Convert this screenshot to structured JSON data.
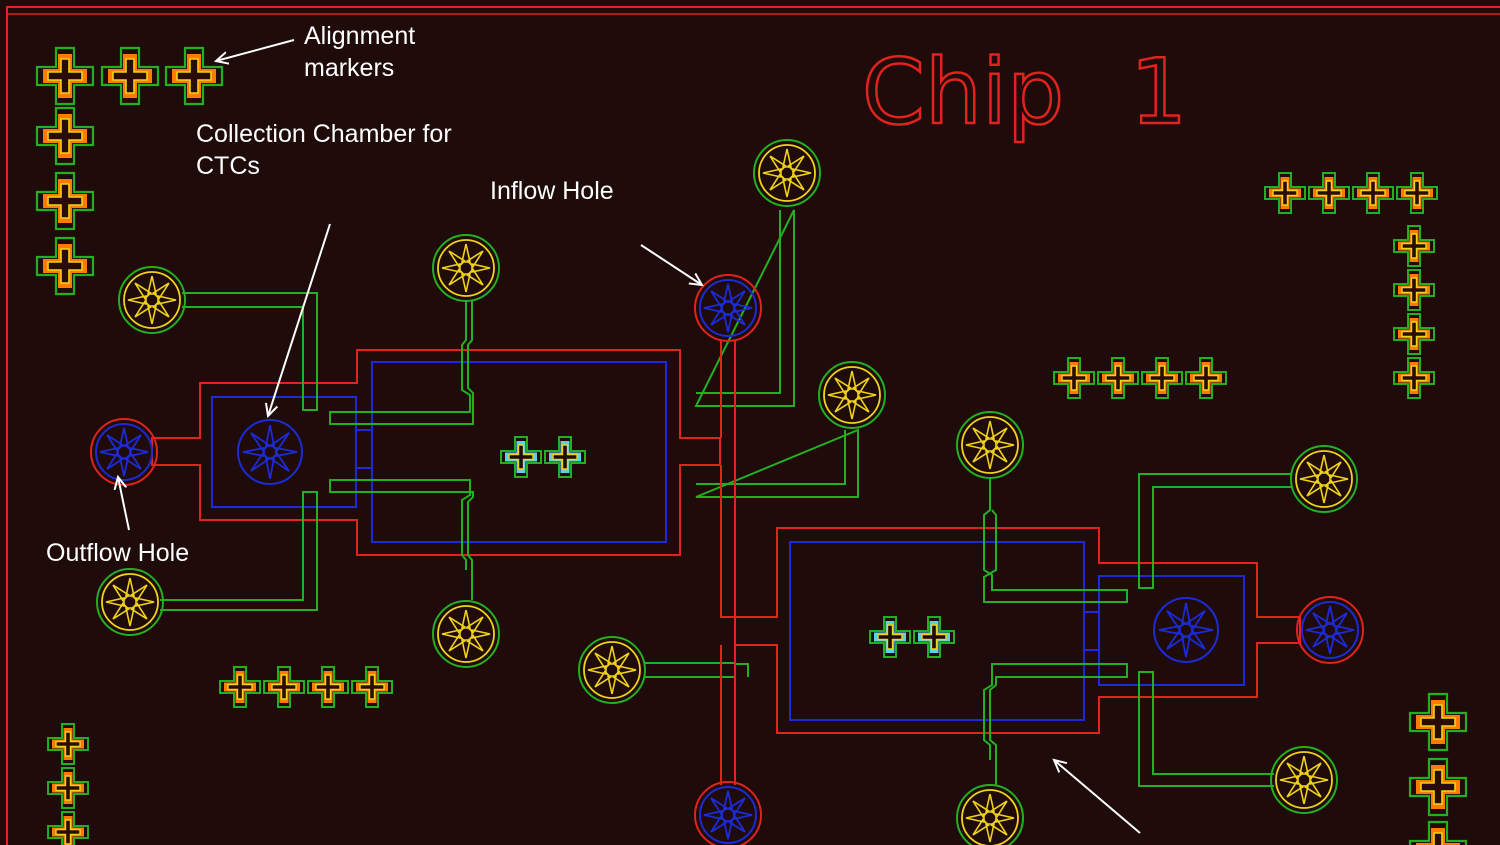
{
  "title": {
    "part1": "Ch",
    "part2": "ip",
    "part3": "1"
  },
  "annotations": {
    "alignment_markers_line1": "Alignment",
    "alignment_markers_line2": "markers",
    "collection_chamber_line1": "Collection Chamber for",
    "collection_chamber_line2": "CTCs",
    "inflow_hole": "Inflow Hole",
    "outflow_hole": "Outflow Hole"
  },
  "colors": {
    "background": "#1e0b0a",
    "border": "#e0231c",
    "channel_green": "#22b022",
    "chamber_red": "#e0231c",
    "chamber_blue": "#1c2bd6",
    "port_yellow": "#f0d21a",
    "marker_orange": "#ff7a00",
    "marker_cyan": "#5ad2e6",
    "text": "#ffffff"
  },
  "icons": {
    "alignment_marker": "plus-cross-icon",
    "fluid_port": "radial-wheel-icon"
  }
}
